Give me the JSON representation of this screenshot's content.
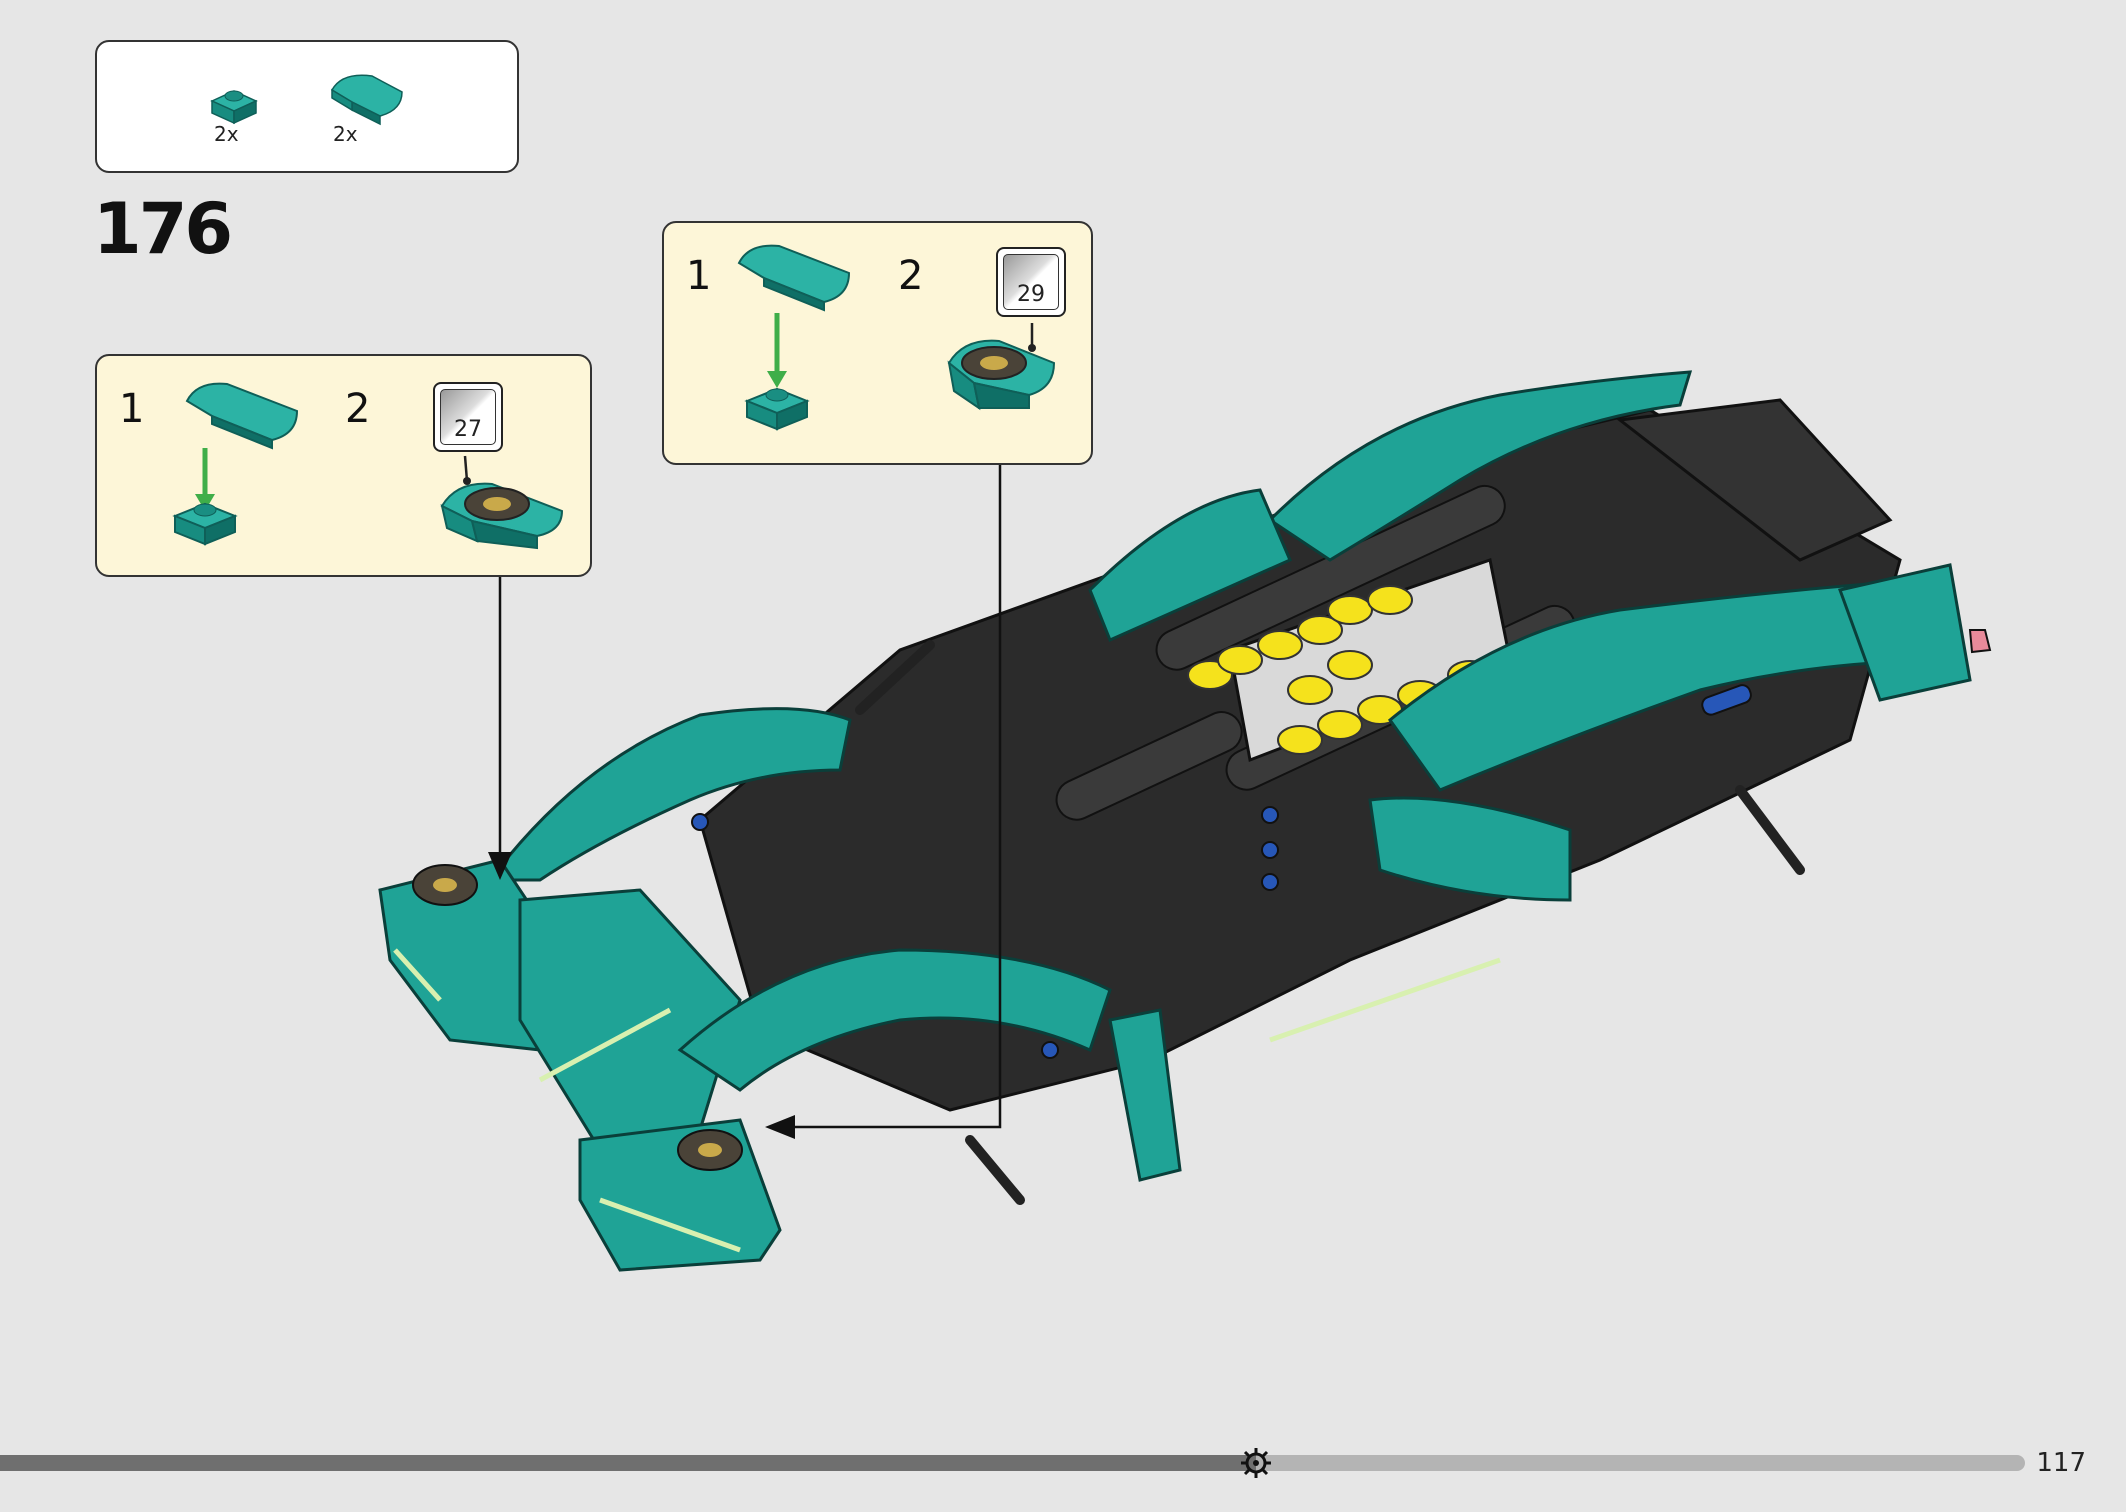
{
  "parts": [
    {
      "name": "plate-1x1-teal",
      "qty": "2x"
    },
    {
      "name": "tile-round-2x2-teal",
      "qty": "2x"
    }
  ],
  "step_number": "176",
  "subassembly_left": {
    "steps": [
      "1",
      "2"
    ],
    "sticker_ref": "27"
  },
  "subassembly_right": {
    "steps": [
      "1",
      "2"
    ],
    "sticker_ref": "29"
  },
  "page_number": "117",
  "progress": 0.62,
  "colors": {
    "teal": "#1fa396",
    "teal_dark": "#0f6f66",
    "black_part": "#2b2b2b",
    "yellow": "#f5e21c",
    "blue": "#2757b8",
    "callout_bg": "#fdf6d8",
    "arrow_green": "#3fae49"
  },
  "icons": [
    "gear-icon",
    "sticker-sheet-icon",
    "assembly-arrow-icon"
  ]
}
